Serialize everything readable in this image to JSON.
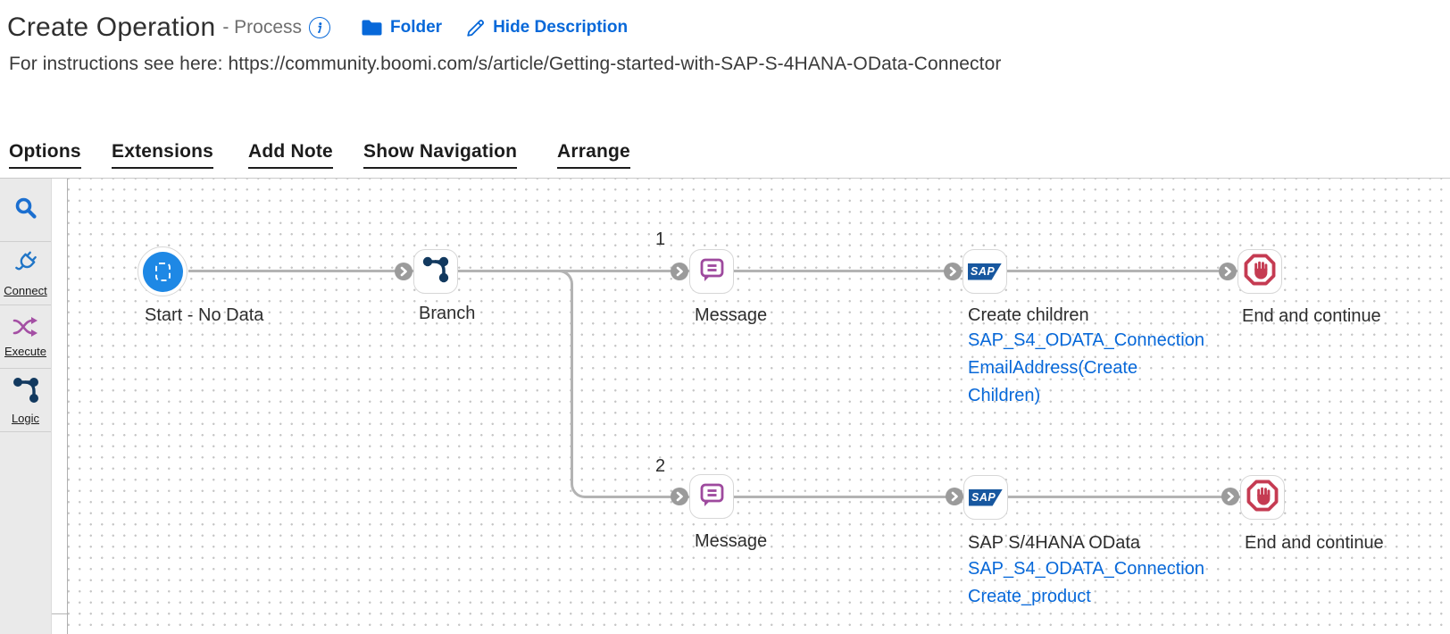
{
  "header": {
    "title": "Create Operation",
    "subtitle": "- Process",
    "folder_label": "Folder",
    "hide_description_label": "Hide Description",
    "description": "For instructions see here: https://community.boomi.com/s/article/Getting-started-with-SAP-S-4HANA-OData-Connector"
  },
  "toolbar": {
    "items": [
      "Options",
      "Extensions",
      "Add Note",
      "Show Navigation",
      "Arrange"
    ]
  },
  "palette": {
    "items": [
      {
        "icon": "search-icon",
        "label": ""
      },
      {
        "icon": "connect-icon",
        "label": "Connect"
      },
      {
        "icon": "execute-icon",
        "label": "Execute"
      },
      {
        "icon": "logic-icon",
        "label": "Logic"
      }
    ]
  },
  "canvas": {
    "sap_badge_text": "SAP",
    "branch_labels": [
      "1",
      "2"
    ],
    "nodes": [
      {
        "id": "start",
        "type": "start",
        "label": "Start - No Data"
      },
      {
        "id": "branch",
        "type": "branch",
        "label": "Branch"
      },
      {
        "id": "message-1",
        "type": "message",
        "label": "Message"
      },
      {
        "id": "create-children",
        "type": "sap-connector",
        "label": "Create children",
        "links": [
          "SAP_S4_ODATA_Connection",
          "EmailAddress(Create",
          "Children)"
        ]
      },
      {
        "id": "end-1",
        "type": "stop",
        "label": "End and continue"
      },
      {
        "id": "message-2",
        "type": "message",
        "label": "Message"
      },
      {
        "id": "sap-odata",
        "type": "sap-connector",
        "label": "SAP S/4HANA OData",
        "links": [
          "SAP_S4_ODATA_Connection",
          "Create_product"
        ]
      },
      {
        "id": "end-2",
        "type": "stop",
        "label": "End and continue"
      }
    ]
  },
  "colors": {
    "link_blue": "#0768d9",
    "start_blue": "#1e88e5",
    "branch_navy": "#12395f",
    "message_purple": "#9e4a9e",
    "execute_purple": "#a44fa4",
    "connect_blue": "#2176c7",
    "end_red": "#c53b52",
    "sap_navy": "#17579f",
    "connector_gray": "#9b9b9b",
    "line_gray": "#b3b3b3"
  }
}
